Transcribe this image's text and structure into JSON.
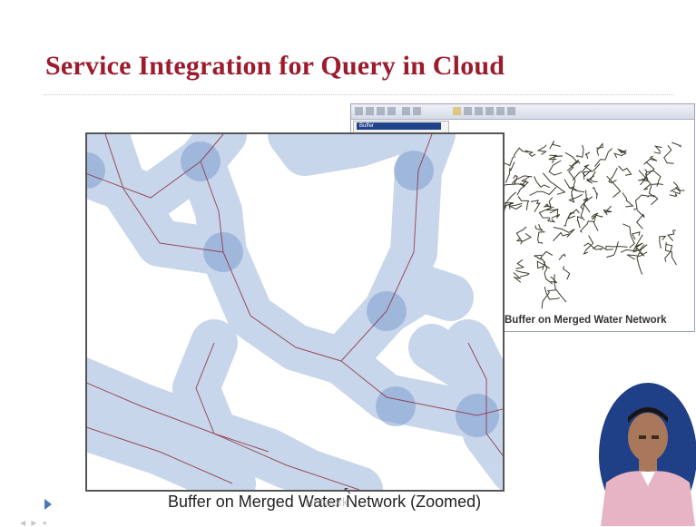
{
  "slide": {
    "title": "Service Integration for Query in Cloud"
  },
  "gis_window": {
    "layer_label": "Buffer"
  },
  "overview": {
    "caption": "Buffer on Merged Water Network"
  },
  "zoomed": {
    "caption": "Buffer on Merged Water Network (Zoomed)",
    "ghost_caption": "Network"
  },
  "colors": {
    "title": "#9c1c2e",
    "buffer_fill": "#9cb6dc",
    "buffer_node": "#7f9fcf",
    "stream_line": "#8a2a3a",
    "overview_lines": "#3b3a2a",
    "nav_arrow": "#4a7bb5"
  },
  "icons": {
    "nav": "play-arrow-icon",
    "pointer": "mouse-cursor-icon"
  }
}
